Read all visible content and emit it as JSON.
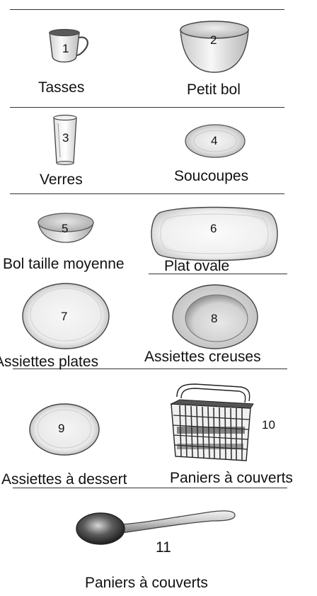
{
  "items": [
    {
      "number": "1",
      "label": "Tasses",
      "icon": "cup-icon"
    },
    {
      "number": "2",
      "label": "Petit bol",
      "icon": "small-bowl-icon"
    },
    {
      "number": "3",
      "label": "Verres",
      "icon": "glass-icon"
    },
    {
      "number": "4",
      "label": "Soucoupes",
      "icon": "saucer-icon"
    },
    {
      "number": "5",
      "label": "Bol taille moyenne",
      "icon": "medium-bowl-icon"
    },
    {
      "number": "6",
      "label": "Plat ovale",
      "icon": "oval-platter-icon"
    },
    {
      "number": "7",
      "label": "Assiettes plates",
      "icon": "flat-plate-icon"
    },
    {
      "number": "8",
      "label": "Assiettes creuses",
      "icon": "soup-plate-icon"
    },
    {
      "number": "9",
      "label": "Assiettes à dessert",
      "icon": "dessert-plate-icon"
    },
    {
      "number": "10",
      "label": "Paniers à couverts",
      "icon": "cutlery-basket-icon"
    },
    {
      "number": "11",
      "label": "Paniers à couverts",
      "icon": "spoon-icon"
    }
  ]
}
